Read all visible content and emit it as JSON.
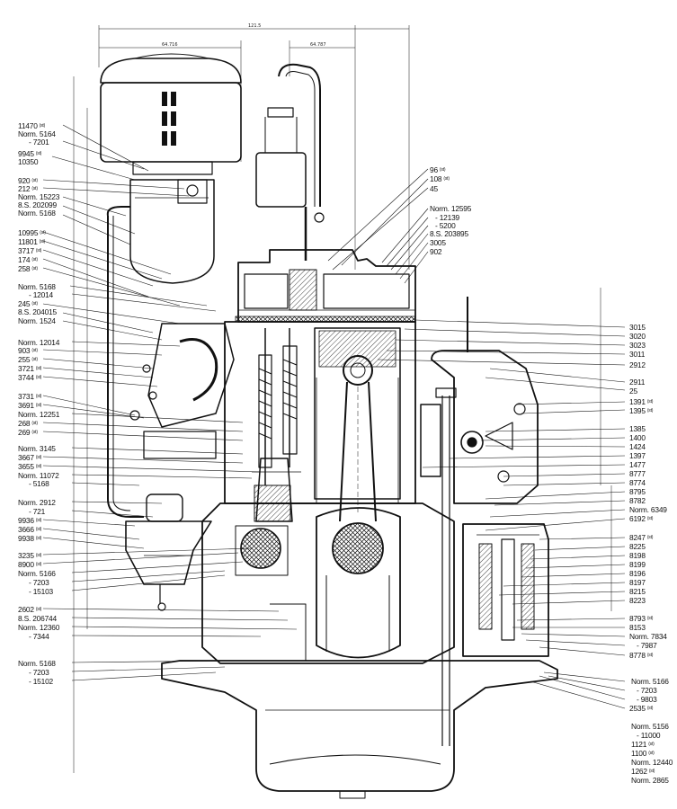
{
  "dimensions": [
    "121.5",
    "64.716",
    "64.787"
  ],
  "callouts_left": [
    {
      "text": "11470",
      "tag": "(st)"
    },
    {
      "text": "Norm. 5164",
      "tag": ""
    },
    {
      "text": "- 7201",
      "tag": ""
    },
    {
      "text": "9945",
      "tag": "(st)"
    },
    {
      "text": "10350",
      "tag": ""
    },
    {
      "text": "920",
      "tag": "(st)"
    },
    {
      "text": "212",
      "tag": "(st)"
    },
    {
      "text": "Norm. 15223",
      "tag": ""
    },
    {
      "text": "8.S. 202099",
      "tag": ""
    },
    {
      "text": "Norm. 5168",
      "tag": ""
    },
    {
      "text": "10995",
      "tag": "(st)"
    },
    {
      "text": "11801",
      "tag": "(st)"
    },
    {
      "text": "3717",
      "tag": "(st)"
    },
    {
      "text": "174",
      "tag": "(st)"
    },
    {
      "text": "258",
      "tag": "(st)"
    },
    {
      "text": "Norm. 5168",
      "tag": ""
    },
    {
      "text": "- 12014",
      "tag": ""
    },
    {
      "text": "245",
      "tag": "(st)"
    },
    {
      "text": "8.S. 204015",
      "tag": ""
    },
    {
      "text": "Norm. 1524",
      "tag": ""
    },
    {
      "text": "Norm. 12014",
      "tag": ""
    },
    {
      "text": "903",
      "tag": "(st)"
    },
    {
      "text": "255",
      "tag": "(st)"
    },
    {
      "text": "3721",
      "tag": "(st)"
    },
    {
      "text": "3744",
      "tag": "(st)"
    },
    {
      "text": "3731",
      "tag": "(st)"
    },
    {
      "text": "3691",
      "tag": "(st)"
    },
    {
      "text": "Norm. 12251",
      "tag": ""
    },
    {
      "text": "268",
      "tag": "(st)"
    },
    {
      "text": "269",
      "tag": "(st)"
    },
    {
      "text": "Norm. 3145",
      "tag": ""
    },
    {
      "text": "3667",
      "tag": "(st)"
    },
    {
      "text": "3655",
      "tag": "(st)"
    },
    {
      "text": "Norm. 11072",
      "tag": ""
    },
    {
      "text": "- 5168",
      "tag": ""
    },
    {
      "text": "Norm. 2912",
      "tag": ""
    },
    {
      "text": "- 721",
      "tag": ""
    },
    {
      "text": "9936",
      "tag": "(st)"
    },
    {
      "text": "3666",
      "tag": "(st)"
    },
    {
      "text": "9938",
      "tag": "(st)"
    },
    {
      "text": "3235",
      "tag": "(st)"
    },
    {
      "text": "8900",
      "tag": "(st)"
    },
    {
      "text": "Norm. 5166",
      "tag": ""
    },
    {
      "text": "- 7203",
      "tag": ""
    },
    {
      "text": "- 15103",
      "tag": ""
    },
    {
      "text": "2602",
      "tag": "(st)"
    },
    {
      "text": "8.S. 206744",
      "tag": ""
    },
    {
      "text": "Norm. 12360",
      "tag": ""
    },
    {
      "text": "- 7344",
      "tag": ""
    },
    {
      "text": "Norm. 5168",
      "tag": ""
    },
    {
      "text": "- 7203",
      "tag": ""
    },
    {
      "text": "- 15102",
      "tag": ""
    }
  ],
  "callouts_top": [
    {
      "text": "96",
      "tag": "(st)"
    },
    {
      "text": "108",
      "tag": "(st)"
    },
    {
      "text": "45",
      "tag": ""
    },
    {
      "text": "Norm. 12595",
      "tag": ""
    },
    {
      "text": "- 12139",
      "tag": ""
    },
    {
      "text": "- 5200",
      "tag": ""
    },
    {
      "text": "8.S. 203895",
      "tag": ""
    },
    {
      "text": "3005",
      "tag": ""
    },
    {
      "text": "902",
      "tag": ""
    }
  ],
  "callouts_right": [
    {
      "text": "3015",
      "tag": ""
    },
    {
      "text": "3020",
      "tag": ""
    },
    {
      "text": "3023",
      "tag": ""
    },
    {
      "text": "3011",
      "tag": ""
    },
    {
      "text": "2912",
      "tag": ""
    },
    {
      "text": "2911",
      "tag": ""
    },
    {
      "text": "25",
      "tag": ""
    },
    {
      "text": "1391",
      "tag": "(st)"
    },
    {
      "text": "1395",
      "tag": "(st)"
    },
    {
      "text": "1385",
      "tag": ""
    },
    {
      "text": "1400",
      "tag": ""
    },
    {
      "text": "1424",
      "tag": ""
    },
    {
      "text": "1397",
      "tag": ""
    },
    {
      "text": "1477",
      "tag": ""
    },
    {
      "text": "8777",
      "tag": ""
    },
    {
      "text": "8774",
      "tag": ""
    },
    {
      "text": "8795",
      "tag": ""
    },
    {
      "text": "8782",
      "tag": ""
    },
    {
      "text": "Norm. 6349",
      "tag": ""
    },
    {
      "text": "6192",
      "tag": "(st)"
    },
    {
      "text": "8247",
      "tag": "(st)"
    },
    {
      "text": "8225",
      "tag": ""
    },
    {
      "text": "8198",
      "tag": ""
    },
    {
      "text": "8199",
      "tag": ""
    },
    {
      "text": "8196",
      "tag": ""
    },
    {
      "text": "8197",
      "tag": ""
    },
    {
      "text": "8215",
      "tag": ""
    },
    {
      "text": "8223",
      "tag": ""
    },
    {
      "text": "8793",
      "tag": "(st)"
    },
    {
      "text": "8153",
      "tag": ""
    },
    {
      "text": "Norm. 7834",
      "tag": ""
    },
    {
      "text": "- 7987",
      "tag": ""
    },
    {
      "text": "8778",
      "tag": "(st)"
    },
    {
      "text": "Norm. 5166",
      "tag": ""
    },
    {
      "text": "- 7203",
      "tag": ""
    },
    {
      "text": "- 9803",
      "tag": ""
    },
    {
      "text": "2535",
      "tag": "(st)"
    },
    {
      "text": "Norm. 5156",
      "tag": ""
    },
    {
      "text": "- 11000",
      "tag": ""
    },
    {
      "text": "1121",
      "tag": "(st)"
    },
    {
      "text": "1100",
      "tag": "(st)"
    },
    {
      "text": "Norm. 12440",
      "tag": ""
    },
    {
      "text": "1262",
      "tag": "(st)"
    },
    {
      "text": "Norm. 2865",
      "tag": ""
    }
  ]
}
